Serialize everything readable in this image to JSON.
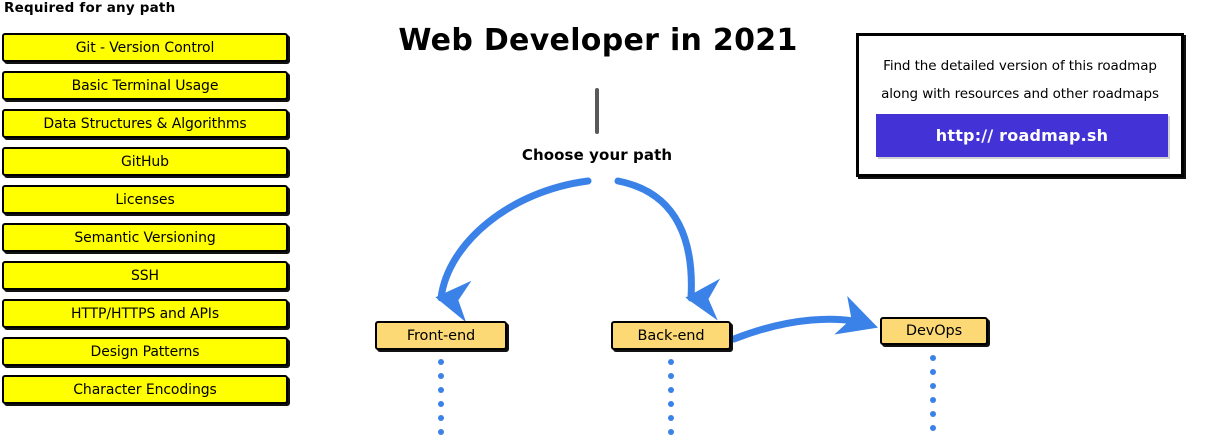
{
  "required": {
    "heading": "Required for any path",
    "items": [
      {
        "label": "Git - Version Control"
      },
      {
        "label": "Basic Terminal Usage"
      },
      {
        "label": "Data Structures & Algorithms"
      },
      {
        "label": "GitHub"
      },
      {
        "label": "Licenses"
      },
      {
        "label": "Semantic Versioning"
      },
      {
        "label": "SSH"
      },
      {
        "label": "HTTP/HTTPS and APIs"
      },
      {
        "label": "Design Patterns"
      },
      {
        "label": "Character Encodings"
      }
    ]
  },
  "center": {
    "title": "Web Developer in 2021",
    "choose_path_label": "Choose your path",
    "branches": [
      {
        "label": "Front-end"
      },
      {
        "label": "Back-end"
      },
      {
        "label": "DevOps"
      }
    ]
  },
  "info_card": {
    "line1": "Find the detailed version of this roadmap",
    "line2": "along with resources and other roadmaps",
    "button_label": "http:// roadmap.sh"
  },
  "colors": {
    "required_fill": "#ffff00",
    "branch_fill": "#fcd975",
    "arrow_blue": "#3b82e8",
    "button_violet": "#4333d6",
    "stem_gray": "#595959",
    "outline": "#000000"
  }
}
